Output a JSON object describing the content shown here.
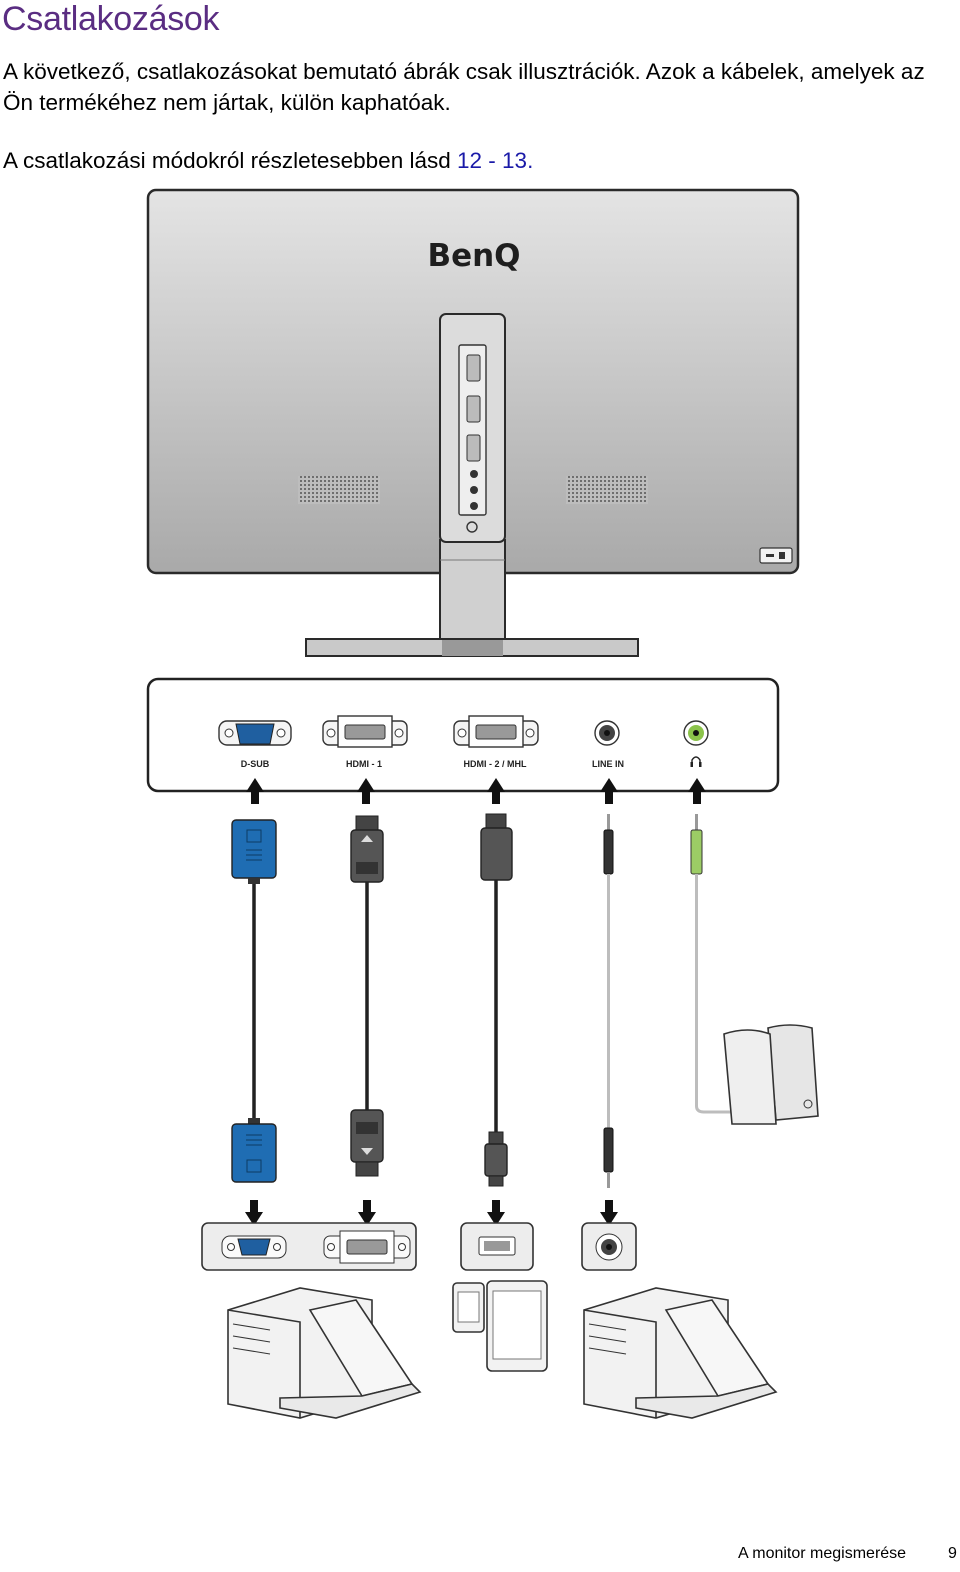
{
  "page": {
    "title": "Csatlakozások",
    "intro": "A következő, csatlakozásokat bemutató ábrák csak illusztrációk. Azok a kábelek, amelyek az Ön termékéhez nem jártak, külön kaphatóak.",
    "see_more_prefix": "A csatlakozási módokról részletesebben lásd ",
    "see_more_link": "12 - 13",
    "see_more_suffix": "."
  },
  "figure": {
    "brand_logo": "BenQ",
    "ports": [
      {
        "id": "dsub",
        "label": "D-SUB"
      },
      {
        "id": "hdmi1",
        "label": "HDMI - 1"
      },
      {
        "id": "hdmi2",
        "label": "HDMI - 2 / MHL"
      },
      {
        "id": "linein",
        "label": "LINE IN"
      },
      {
        "id": "headphone",
        "label": "headphone-icon"
      }
    ]
  },
  "footer": {
    "section": "A monitor megismerése",
    "page_number": "9"
  }
}
